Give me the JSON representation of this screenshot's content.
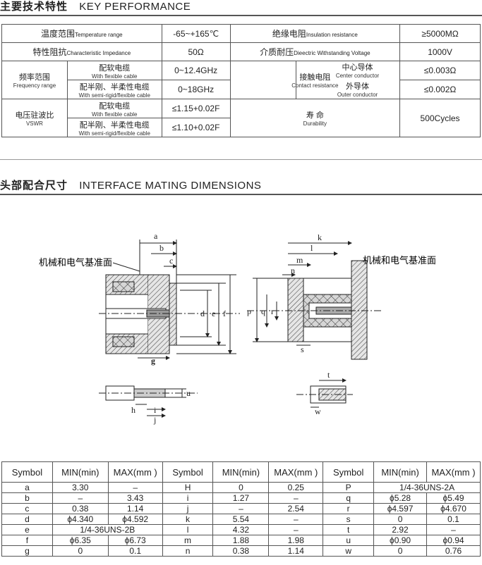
{
  "section1": {
    "title_zh": "主要技术特性",
    "title_en": "KEY PERFORMANCE"
  },
  "performance": {
    "temp": {
      "label_zh": "温度范围",
      "label_en": "Temperature range",
      "value": "-65~+165℃"
    },
    "insulation": {
      "label_zh": "绝缘电阻",
      "label_en": "Insulation resistance",
      "value": "≥5000MΩ"
    },
    "impedance": {
      "label_zh": "特性阻抗",
      "label_en": "Characteristic Impedance",
      "value": "50Ω"
    },
    "withstanding": {
      "label_zh": "介质耐压",
      "label_en": "Dieectric Withstanding Voltage",
      "value": "1000V"
    },
    "frequency": {
      "label_zh": "频率范围",
      "label_en": "Frequency range",
      "flex": {
        "label_zh": "配软电缆",
        "label_en": "With flexible cable",
        "value": "0~12.4GHz"
      },
      "semi": {
        "label_zh": "配半刚、半柔性电缆",
        "label_en": "With semi-rigid/flexible cable",
        "value": "0~18GHz"
      }
    },
    "contact": {
      "label_zh": "接触电阻",
      "label_en": "Contact resistance",
      "center": {
        "label_zh": "中心导体",
        "label_en": "Center conductor",
        "value": "≤0.003Ω"
      },
      "outer": {
        "label_zh": "外导体",
        "label_en": "Outer conductor",
        "value": "≤0.002Ω"
      }
    },
    "vswr": {
      "label_zh": "电压驻波比",
      "label_en": "VSWR",
      "flex": {
        "label_zh": "配软电缆",
        "label_en": "With flexible cable",
        "value": "≤1.15+0.02F"
      },
      "semi": {
        "label_zh": "配半刚、半柔性电缆",
        "label_en": "With semi-rigid/flexible cable",
        "value": "≤1.10+0.02F"
      }
    },
    "durability": {
      "label_zh": "寿 命",
      "label_en": "Durability",
      "value": "500Cycles"
    }
  },
  "section2": {
    "title_zh": "头部配合尺寸",
    "title_en": "INTERFACE MATING DIMENSIONS"
  },
  "diagram": {
    "ref_plane_label": "机械和电气基准面",
    "left_letters": [
      "a",
      "b",
      "c",
      "d",
      "e",
      "f",
      "g",
      "u",
      "h",
      "i",
      "j"
    ],
    "right_letters": [
      "k",
      "l",
      "m",
      "n",
      "p",
      "q",
      "r",
      "s",
      "t",
      "w"
    ]
  },
  "dims": {
    "headers": [
      "Symbol",
      "MIN(min)",
      "MAX(mm )",
      "Symbol",
      "MIN(min)",
      "MAX(mm )",
      "Symbol",
      "MIN(min)",
      "MAX(mm )"
    ],
    "rows": [
      [
        "a",
        "3.30",
        "–",
        "H",
        "0",
        "0.25",
        "P",
        "1/4-36UNS-2A",
        ""
      ],
      [
        "b",
        "–",
        "3.43",
        "i",
        "1.27",
        "–",
        "q",
        "ϕ5.28",
        "ϕ5.49"
      ],
      [
        "c",
        "0.38",
        "1.14",
        "j",
        "–",
        "2.54",
        "r",
        "ϕ4.597",
        "ϕ4.670"
      ],
      [
        "d",
        "ϕ4.340",
        "ϕ4.592",
        "k",
        "5.54",
        "–",
        "s",
        "0",
        "0.1"
      ],
      [
        "e",
        "1/4-36UNS-2B",
        "",
        "l",
        "4.32",
        "–",
        "t",
        "2.92",
        "–"
      ],
      [
        "f",
        "ϕ6.35",
        "ϕ6.73",
        "m",
        "1.88",
        "1.98",
        "u",
        "ϕ0.90",
        "ϕ0.94"
      ],
      [
        "g",
        "0",
        "0.1",
        "n",
        "0.38",
        "1.14",
        "w",
        "0",
        "0.76"
      ]
    ]
  }
}
